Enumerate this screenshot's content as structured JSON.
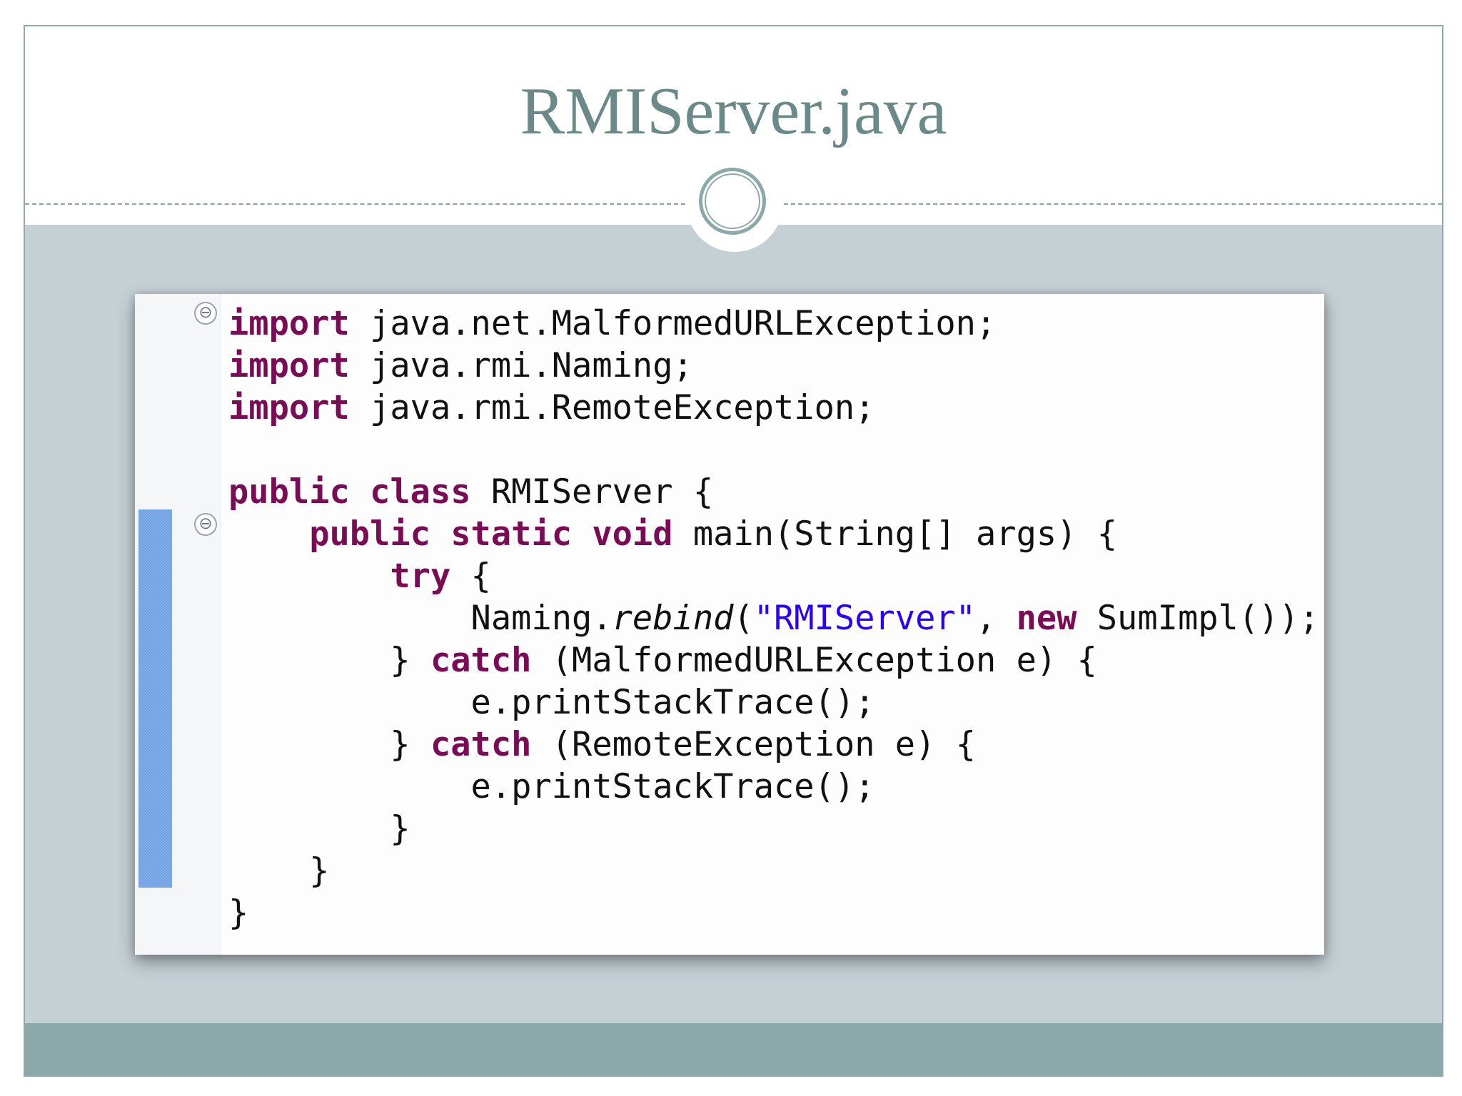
{
  "slide": {
    "title": "RMIServer.java"
  },
  "colors": {
    "title": "#6b8989",
    "divider": "#8aa3a3",
    "content_band": "#c5d0d5",
    "footer_band": "#8ca9a9",
    "code_panel": "#fdfdfd",
    "java_keyword": "#7a0b55",
    "java_string": "#2a00ff",
    "code_text": "#111111",
    "change_marker": "#6fa4ee"
  },
  "icons": {
    "fold_icon": "collapse-icon",
    "fold_symbol": "⊖",
    "slide_ornament": "double-ring-ornament-icon"
  },
  "code": {
    "lines": [
      {
        "segments": [
          {
            "text": "import",
            "style": "kw"
          },
          {
            "text": " java.net.MalformedURLException;",
            "style": "plain"
          }
        ]
      },
      {
        "segments": [
          {
            "text": "import",
            "style": "kw"
          },
          {
            "text": " java.rmi.Naming;",
            "style": "plain"
          }
        ]
      },
      {
        "segments": [
          {
            "text": "import",
            "style": "kw"
          },
          {
            "text": " java.rmi.RemoteException;",
            "style": "plain"
          }
        ]
      },
      {
        "segments": []
      },
      {
        "segments": [
          {
            "text": "public",
            "style": "kw"
          },
          {
            "text": " ",
            "style": "plain"
          },
          {
            "text": "class",
            "style": "kw"
          },
          {
            "text": " RMIServer {",
            "style": "plain"
          }
        ]
      },
      {
        "segments": [
          {
            "text": "    ",
            "style": "plain"
          },
          {
            "text": "public",
            "style": "kw"
          },
          {
            "text": " ",
            "style": "plain"
          },
          {
            "text": "static",
            "style": "kw"
          },
          {
            "text": " ",
            "style": "plain"
          },
          {
            "text": "void",
            "style": "kw"
          },
          {
            "text": " main(String[] args) {",
            "style": "plain"
          }
        ]
      },
      {
        "segments": [
          {
            "text": "        ",
            "style": "plain"
          },
          {
            "text": "try",
            "style": "kw"
          },
          {
            "text": " {",
            "style": "plain"
          }
        ]
      },
      {
        "segments": [
          {
            "text": "            Naming.",
            "style": "plain"
          },
          {
            "text": "rebind",
            "style": "method"
          },
          {
            "text": "(",
            "style": "plain"
          },
          {
            "text": "\"RMIServer\"",
            "style": "str"
          },
          {
            "text": ", ",
            "style": "plain"
          },
          {
            "text": "new",
            "style": "kw"
          },
          {
            "text": " SumImpl());",
            "style": "plain"
          }
        ]
      },
      {
        "segments": [
          {
            "text": "        } ",
            "style": "plain"
          },
          {
            "text": "catch",
            "style": "kw"
          },
          {
            "text": " (MalformedURLException e) {",
            "style": "plain"
          }
        ]
      },
      {
        "segments": [
          {
            "text": "            e.printStackTrace();",
            "style": "plain"
          }
        ]
      },
      {
        "segments": [
          {
            "text": "        } ",
            "style": "plain"
          },
          {
            "text": "catch",
            "style": "kw"
          },
          {
            "text": " (RemoteException e) {",
            "style": "plain"
          }
        ]
      },
      {
        "segments": [
          {
            "text": "            e.printStackTrace();",
            "style": "plain"
          }
        ]
      },
      {
        "segments": [
          {
            "text": "        }",
            "style": "plain"
          }
        ]
      },
      {
        "segments": [
          {
            "text": "    }",
            "style": "plain"
          }
        ]
      },
      {
        "segments": [
          {
            "text": "}",
            "style": "plain"
          }
        ]
      }
    ]
  }
}
